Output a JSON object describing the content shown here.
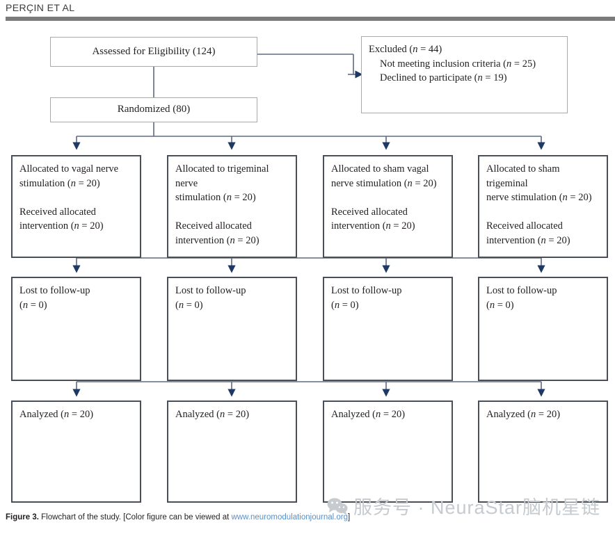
{
  "running_head": {
    "text": "PERÇIN ET AL"
  },
  "figure": {
    "caption_prefix": "Figure 3.",
    "caption_text": " Flowchart of the study. [Color figure can be viewed at ",
    "caption_link": "www.neuromodulationjournal.org",
    "caption_suffix": "]"
  },
  "watermark": {
    "icon": "wechat-icon",
    "text": "服务号 · NeuraStar脑机星链"
  },
  "colors": {
    "rule": "#7b7b7b",
    "box_border_thin": "#a9a9a9",
    "box_border_thick": "#4a4f55",
    "connector": "#5b6a80",
    "arrow_head": "#1f3864",
    "link": "#5a8fc4",
    "watermark": "#c6cbd0"
  },
  "flowchart": {
    "type": "consort-flow-diagram",
    "enrollment": {
      "assessed": "Assessed for Eligibility (124)",
      "randomized": "Randomized (80)",
      "excluded_title": "Excluded (n = 44)",
      "excluded_reasons": [
        "Not meeting inclusion criteria  (n = 25)",
        "Declined to participate (n = 19)"
      ]
    },
    "arms": [
      {
        "id": "vagal",
        "allocation": "Allocated to vagal nerve\nstimulation (n = 20)\n\nReceived allocated\nintervention (n = 20)",
        "followup": "Lost to follow-up\n (n = 0)",
        "analysis": "Analyzed (n = 20)"
      },
      {
        "id": "trigeminal",
        "allocation": "Allocated to trigeminal nerve\nstimulation (n = 20)\n\nReceived allocated\nintervention (n = 20)",
        "followup": "Lost to follow-up\n (n = 0)",
        "analysis": "Analyzed (n = 20)"
      },
      {
        "id": "sham-vagal",
        "allocation": "Allocated to sham vagal\nnerve stimulation (n = 20)\n\nReceived allocated\nintervention (n = 20)",
        "followup": "Lost to follow-up\n (n = 0)",
        "analysis": "Analyzed (n = 20)"
      },
      {
        "id": "sham-trigeminal",
        "allocation": "Allocated to sham trigeminal\nnerve stimulation (n = 20)\n\nReceived allocated\nintervention (n = 20)",
        "followup": "Lost to follow-up\n (n = 0)",
        "analysis": "Analyzed (n = 20)"
      }
    ]
  }
}
